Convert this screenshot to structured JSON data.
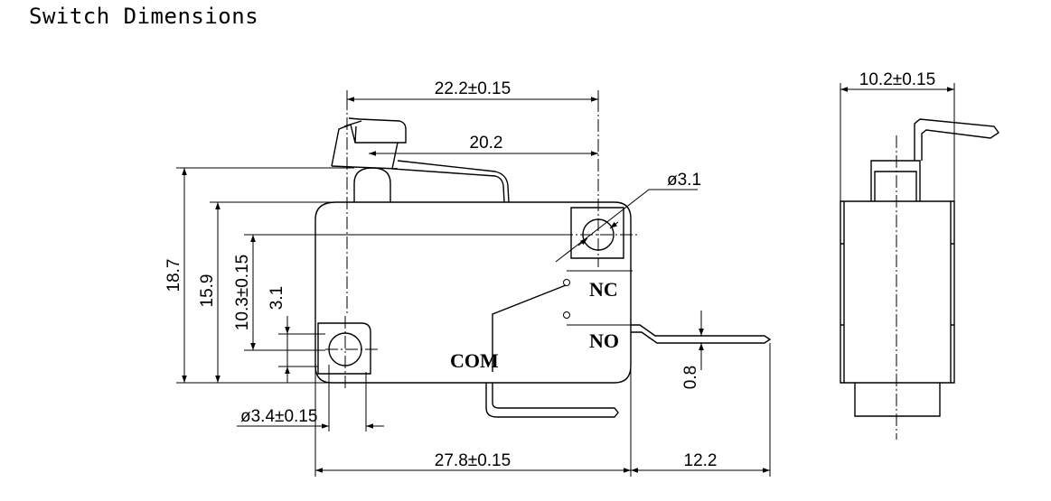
{
  "title": "Switch Dimensions",
  "dimensions": {
    "overall_length": "22.2±0.15",
    "actuator_length": "20.2",
    "mount_hole_dia": "ø3.1",
    "total_height": "18.7",
    "body_height": "15.9",
    "hole_spacing": "10.3±0.15",
    "hole_offset": "3.1",
    "lower_hole_dia": "ø3.4±0.15",
    "body_length": "27.8±0.15",
    "terminal_length": "12.2",
    "terminal_thickness": "0.8",
    "body_width": "10.2±0.15"
  },
  "terminals": {
    "nc": "NC",
    "no": "NO",
    "com": "COM"
  }
}
